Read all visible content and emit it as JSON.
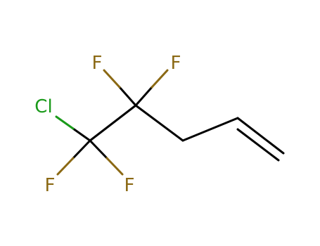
{
  "atoms": {
    "f1": "F",
    "f2": "F",
    "f3": "F",
    "f4": "F",
    "cl": "Cl"
  },
  "colors": {
    "bond": "#000000",
    "fluorine": "#8B6914",
    "chlorine": "#1a9a1a"
  }
}
